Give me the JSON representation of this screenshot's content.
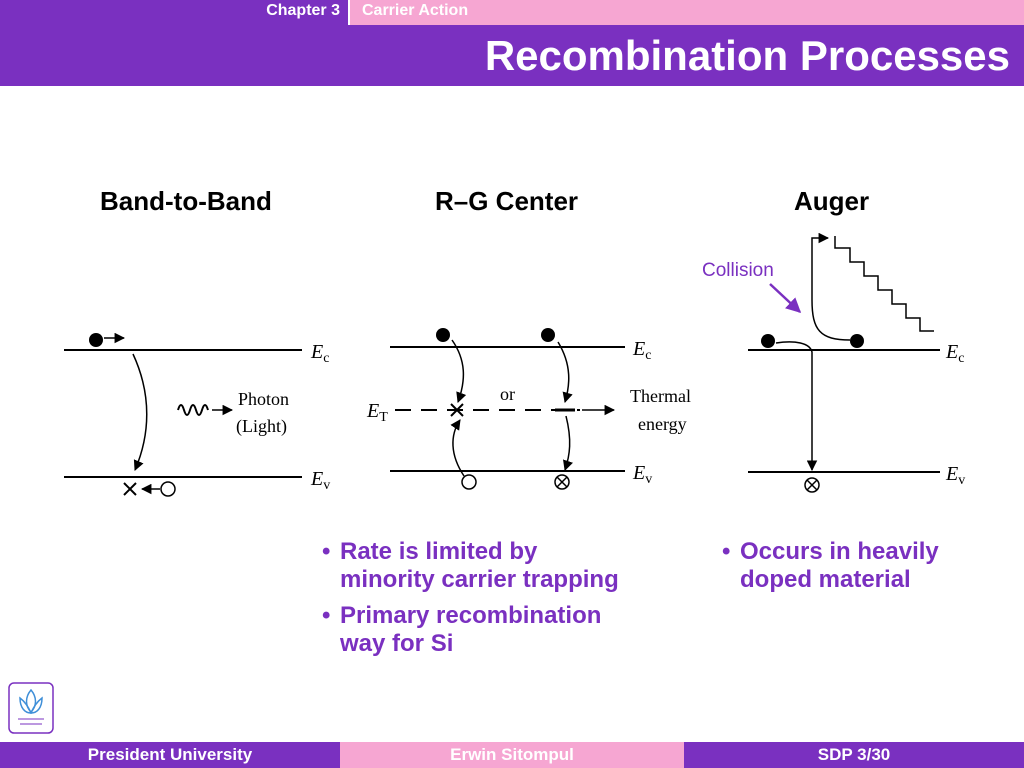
{
  "header": {
    "chapter": "Chapter 3",
    "section": "Carrier Action",
    "title": "Recombination Processes"
  },
  "columns": [
    {
      "title": "Band-to-Band"
    },
    {
      "title": "R–G Center"
    },
    {
      "title": "Auger"
    }
  ],
  "diagram": {
    "band_to_band": {
      "ec": "E",
      "ec_sub": "c",
      "ev": "E",
      "ev_sub": "v",
      "photon_line1": "Photon",
      "photon_line2": "(Light)"
    },
    "rg_center": {
      "ec": "E",
      "ec_sub": "c",
      "et": "E",
      "et_sub": "T",
      "ev": "E",
      "ev_sub": "v",
      "or": "or",
      "thermal_line1": "Thermal",
      "thermal_line2": "energy"
    },
    "auger": {
      "ec": "E",
      "ec_sub": "c",
      "ev": "E",
      "ev_sub": "v",
      "collision": "Collision"
    }
  },
  "bullets": {
    "rg_center": [
      {
        "line1": "Rate is limited by",
        "line2": "minority carrier trapping"
      },
      {
        "line1": "Primary recombination",
        "line2": "way for Si"
      }
    ],
    "auger": [
      {
        "line1": "Occurs in heavily",
        "line2": "doped material"
      }
    ]
  },
  "footer": {
    "left": "President University",
    "center": "Erwin Sitompul",
    "right": "SDP 3/30"
  },
  "colors": {
    "purple": "#7a30c0",
    "pink": "#f6a6d2"
  }
}
